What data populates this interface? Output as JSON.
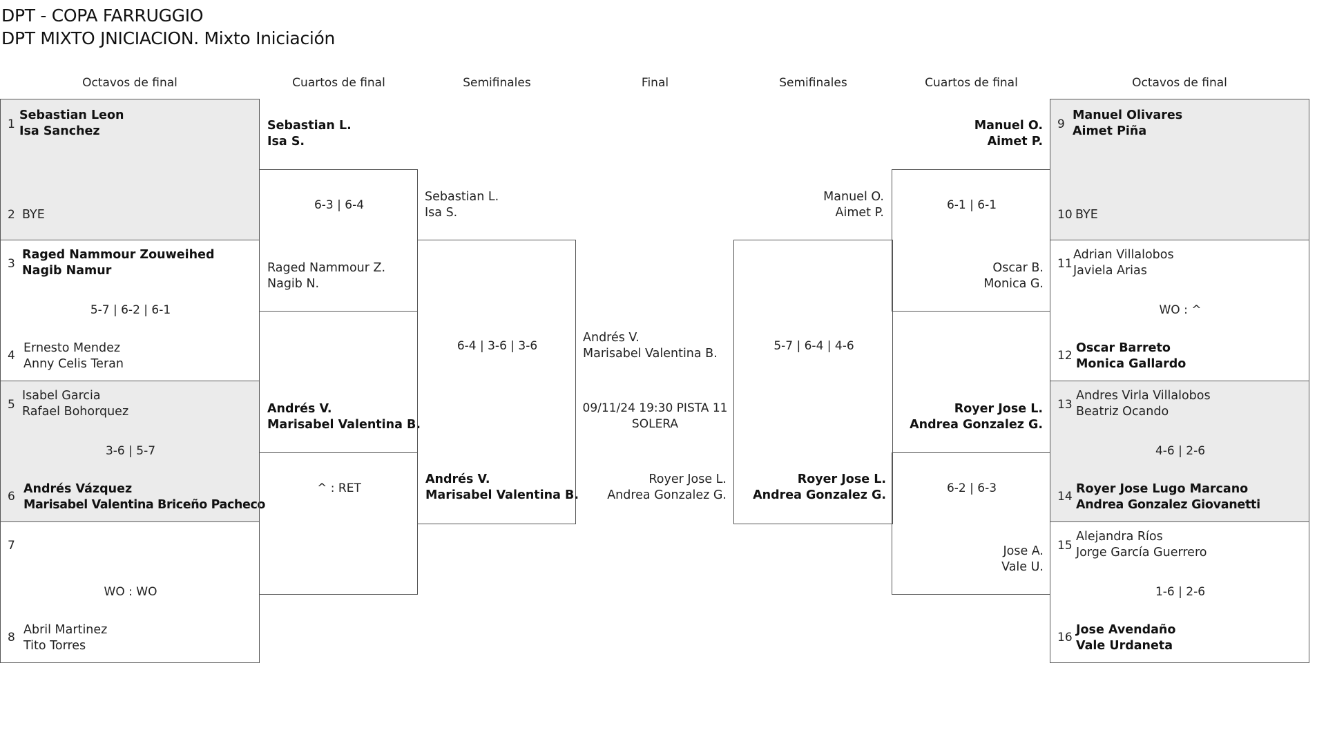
{
  "title": {
    "line1": "DPT - COPA FARRUGGIO",
    "line2": "DPT MIXTO JNICIACION. Mixto Iniciación"
  },
  "headers": {
    "r16_left": "Octavos de final",
    "qf_left": "Cuartos de final",
    "sf_left": "Semifinales",
    "final": "Final",
    "sf_right": "Semifinales",
    "qf_right": "Cuartos de final",
    "r16_right": "Octavos de final"
  },
  "r16_left": [
    {
      "seed_a": "1",
      "a1": "Sebastian Leon",
      "a2": "Isa Sanchez",
      "seed_b": "2",
      "b1": "BYE",
      "b2": "",
      "score": ""
    },
    {
      "seed_a": "3",
      "a1": "Raged Nammour Zouweihed",
      "a2": "Nagib Namur",
      "seed_b": "4",
      "b1": "Ernesto Mendez",
      "b2": "Anny Celis Teran",
      "score": "5-7 | 6-2 | 6-1"
    },
    {
      "seed_a": "5",
      "a1": "Isabel Garcia",
      "a2": "Rafael Bohorquez",
      "seed_b": "6",
      "b1": "Andrés Vázquez",
      "b2": "Marisabel Valentina Briceño Pacheco",
      "score": "3-6 | 5-7"
    },
    {
      "seed_a": "7",
      "a1": "",
      "a2": "",
      "seed_b": "8",
      "b1": "Abril Martinez",
      "b2": "Tito Torres",
      "score": "WO : WO"
    }
  ],
  "r16_right": [
    {
      "seed_a": "9",
      "a1": "Manuel Olivares",
      "a2": "Aimet Piña",
      "seed_b": "10",
      "b1": "BYE",
      "b2": "",
      "score": ""
    },
    {
      "seed_a": "11",
      "a1": "Adrian Villalobos",
      "a2": "Javiela Arias",
      "seed_b": "12",
      "b1": "Oscar Barreto",
      "b2": "Monica Gallardo",
      "score": "WO : ^"
    },
    {
      "seed_a": "13",
      "a1": "Andres Virla Villalobos",
      "a2": "Beatriz Ocando",
      "seed_b": "14",
      "b1": "Royer Jose Lugo Marcano",
      "b2": "Andrea Gonzalez Giovanetti",
      "score": "4-6 | 2-6"
    },
    {
      "seed_a": "15",
      "a1": "Alejandra Ríos",
      "a2": "Jorge García Guerrero",
      "seed_b": "16",
      "b1": "Jose Avendaño",
      "b2": "Vale Urdaneta",
      "score": "1-6 | 2-6"
    }
  ],
  "qf_left": [
    {
      "a1": "Sebastian L.",
      "a2": "Isa S.",
      "score": "6-3 | 6-4",
      "b1": "Raged Nammour Z.",
      "b2": "Nagib N."
    },
    {
      "a1": "Andrés V.",
      "a2": "Marisabel Valentina B.",
      "score": "^ : RET",
      "b1": "",
      "b2": ""
    }
  ],
  "qf_right": [
    {
      "a1": "Manuel O.",
      "a2": "Aimet P.",
      "score": "6-1 | 6-1",
      "b1": "Oscar B.",
      "b2": "Monica G."
    },
    {
      "a1": "Royer Jose L.",
      "a2": "Andrea Gonzalez G.",
      "score": "6-2 | 6-3",
      "b1": "Jose A.",
      "b2": "Vale U."
    }
  ],
  "sf_left": {
    "a1": "Sebastian L.",
    "a2": "Isa S.",
    "score": "6-4 | 3-6 | 3-6",
    "b1": "Andrés V.",
    "b2": "Marisabel Valentina B."
  },
  "sf_right": {
    "a1": "Manuel O.",
    "a2": "Aimet P.",
    "score": "5-7 | 6-4 | 4-6",
    "b1": "Royer Jose L.",
    "b2": "Andrea Gonzalez G."
  },
  "final": {
    "a1": "Andrés V.",
    "a2": "Marisabel Valentina B.",
    "schedule1": "09/11/24 19:30 PISTA 11",
    "schedule2": "SOLERA",
    "b1": "Royer Jose L.",
    "b2": "Andrea Gonzalez G."
  }
}
